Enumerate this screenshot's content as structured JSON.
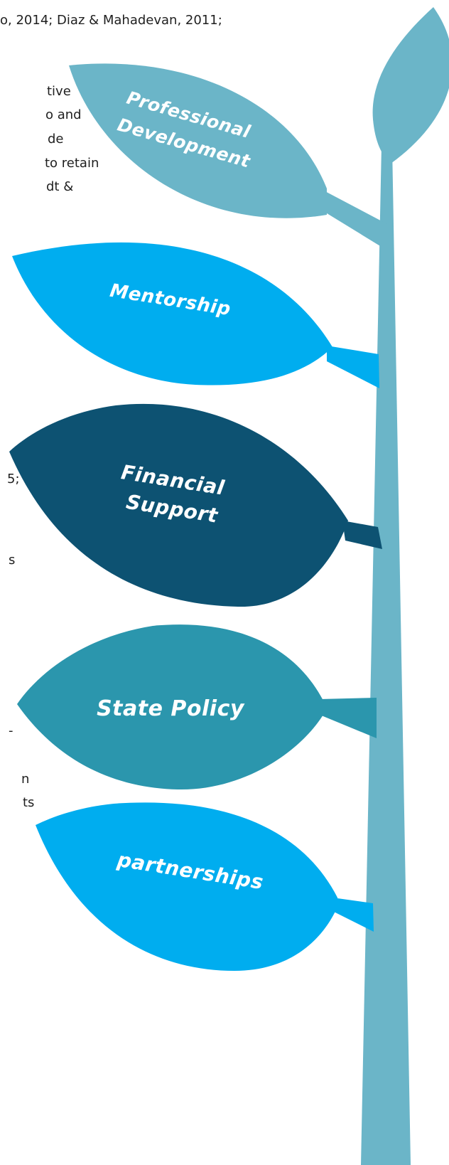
{
  "body_text": [
    "o, 2014; Diaz & Mahadevan, 2011;",
    "tive",
    "o and",
    "de",
    "to retain",
    "dt &",
    "5;",
    "s",
    "-",
    "n",
    "ts"
  ],
  "leaves": [
    {
      "lines": [
        "Professional",
        "Development"
      ],
      "color": "#6bb5c8"
    },
    {
      "lines": [
        "Mentorship"
      ],
      "color": "#00adef"
    },
    {
      "lines": [
        "Financial",
        "Support"
      ],
      "color": "#0d5272"
    },
    {
      "lines": [
        "State Policy"
      ],
      "color": "#2b96ad"
    },
    {
      "lines": [
        "partnerships"
      ],
      "color": "#00adef"
    }
  ],
  "colors": {
    "stem": "#6bb5c8"
  }
}
